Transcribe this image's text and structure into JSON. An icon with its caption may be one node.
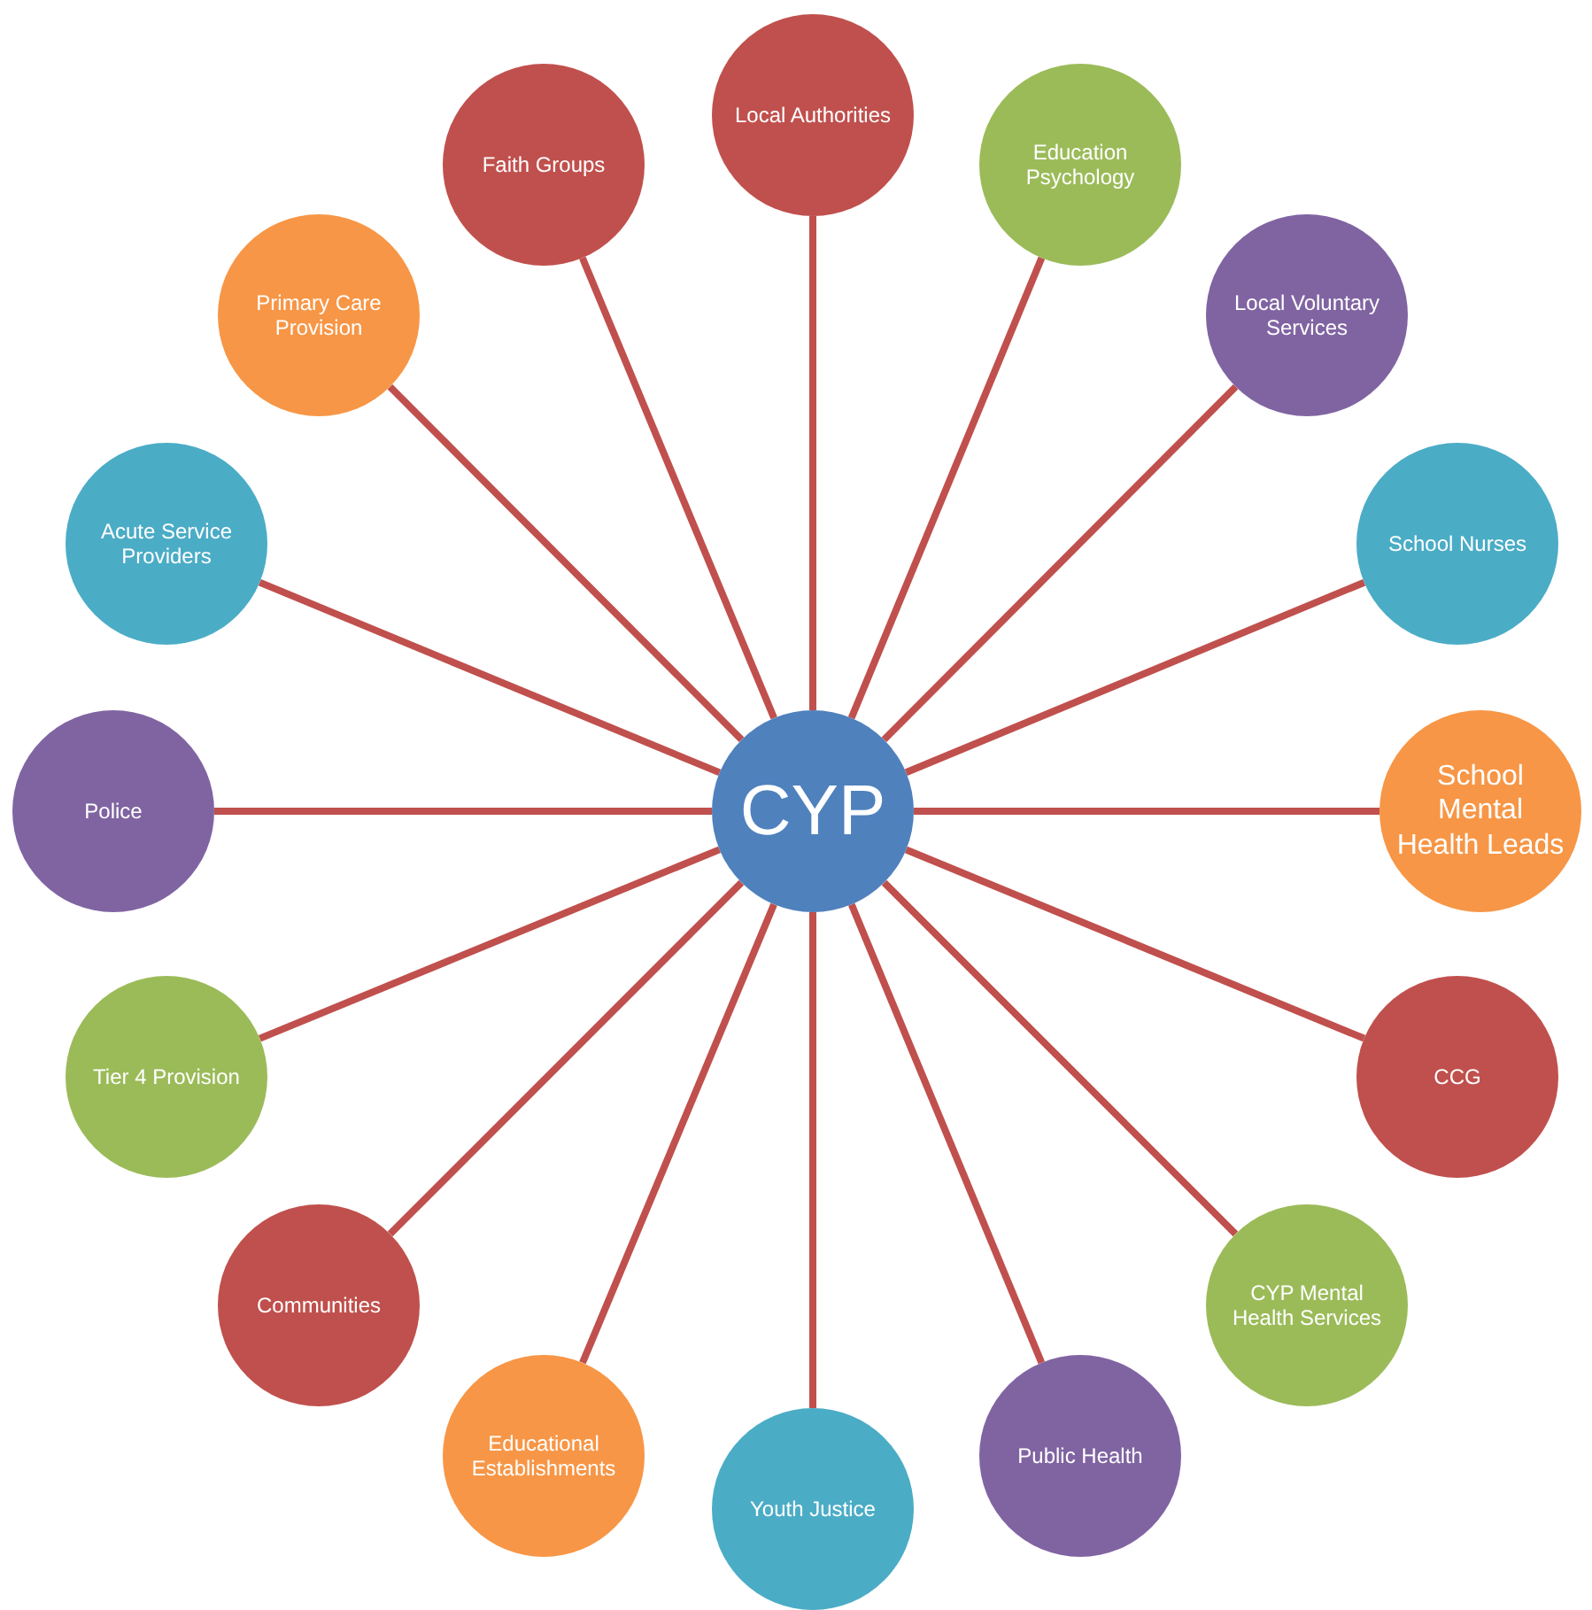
{
  "diagram": {
    "nodes": [
      {
        "text": [
          "CYP"
        ]
      },
      {
        "text": [
          "Local Authorities"
        ]
      },
      {
        "text": [
          "Education Psychology"
        ]
      },
      {
        "text": [
          "Local Voluntary Services"
        ]
      },
      {
        "text": [
          "School Nurses"
        ]
      },
      {
        "text": [
          "School Mental Health Leads"
        ]
      },
      {
        "text": [
          "CCG"
        ]
      },
      {
        "text": [
          "CYP Mental Health Services"
        ]
      },
      {
        "text": [
          "Public Health"
        ]
      },
      {
        "text": [
          "Youth Justice"
        ]
      },
      {
        "text": [
          "Educational Establishments"
        ]
      },
      {
        "text": [
          "Communities"
        ]
      },
      {
        "text": [
          "Tier 4 Provision"
        ]
      },
      {
        "text": [
          "Police"
        ]
      },
      {
        "text": [
          "Acute Service Providers"
        ]
      },
      {
        "text": [
          "Primary Care Provision"
        ]
      },
      {
        "text": [
          "Faith Groups"
        ]
      }
    ],
    "edges": [
      {
        "from": 0,
        "to": 1,
        "arrow": "none"
      },
      {
        "from": 0,
        "to": 2,
        "arrow": "none"
      },
      {
        "from": 0,
        "to": 3,
        "arrow": "none"
      },
      {
        "from": 0,
        "to": 4,
        "arrow": "none"
      },
      {
        "from": 0,
        "to": 5,
        "arrow": "none"
      },
      {
        "from": 0,
        "to": 6,
        "arrow": "none"
      },
      {
        "from": 0,
        "to": 7,
        "arrow": "none"
      },
      {
        "from": 0,
        "to": 8,
        "arrow": "none"
      },
      {
        "from": 0,
        "to": 9,
        "arrow": "none"
      },
      {
        "from": 0,
        "to": 10,
        "arrow": "none"
      },
      {
        "from": 0,
        "to": 11,
        "arrow": "none"
      },
      {
        "from": 0,
        "to": 12,
        "arrow": "none"
      },
      {
        "from": 0,
        "to": 13,
        "arrow": "none"
      },
      {
        "from": 0,
        "to": 14,
        "arrow": "none"
      },
      {
        "from": 0,
        "to": 15,
        "arrow": "none"
      },
      {
        "from": 0,
        "to": 16,
        "arrow": "none"
      }
    ]
  }
}
